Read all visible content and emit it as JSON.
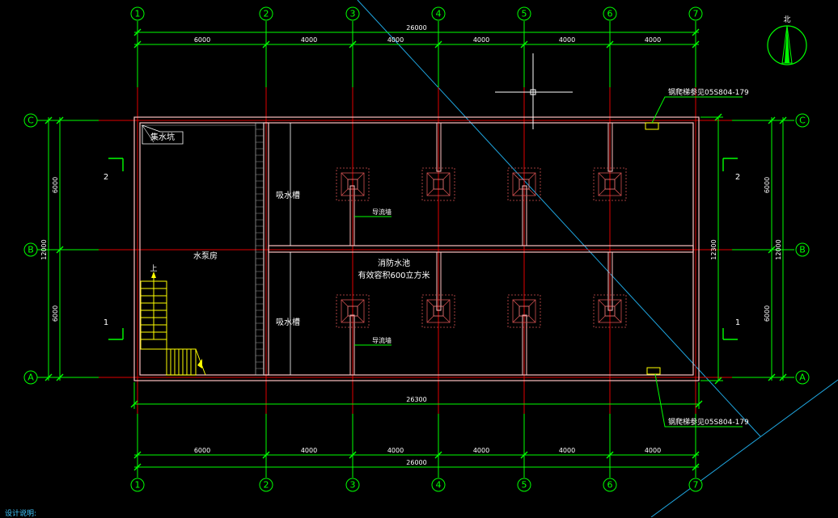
{
  "drawing": {
    "axes_vertical": [
      "1",
      "2",
      "3",
      "4",
      "5",
      "6",
      "7"
    ],
    "axes_horizontal": [
      "A",
      "B",
      "C"
    ],
    "dims_top_total": "26000",
    "dims_top_spans": [
      "6000",
      "4000",
      "4000",
      "4000",
      "4000",
      "4000"
    ],
    "dims_bottom_outer_total": "26300",
    "dims_bottom_spans": [
      "6000",
      "4000",
      "4000",
      "4000",
      "4000",
      "4000"
    ],
    "dims_bottom_total": "26000",
    "dims_left_spans": [
      "6000",
      "6000"
    ],
    "dims_left_total": "12000",
    "dims_right_outer_total": "12300",
    "dims_right_spans": [
      "6000",
      "6000"
    ],
    "dims_right_total": "12000",
    "rooms": {
      "sump": "集水坑",
      "pump_room": "水泵房",
      "suction_well_top": "吸水槽",
      "suction_well_bottom": "吸水槽",
      "tank_title": "消防水池",
      "tank_volume": "有效容积600立方米",
      "baffle_top": "导流墙",
      "baffle_bottom": "导流墙",
      "stair_up": "上"
    },
    "ladder_note_top": "钢爬梯参见05S804-179",
    "ladder_note_bottom": "钢爬梯参见05S804-179",
    "section_marks": [
      "1",
      "2",
      "1",
      "2"
    ],
    "north_label": "北",
    "footer_note": "设计说明:",
    "colors": {
      "background": "#000000",
      "dimension": "#00ff00",
      "axis_line": "#ff0000",
      "wall": "#ffc0c0",
      "stair": "#ffff00",
      "leader": "#00ffff",
      "text": "#ffffff"
    }
  }
}
